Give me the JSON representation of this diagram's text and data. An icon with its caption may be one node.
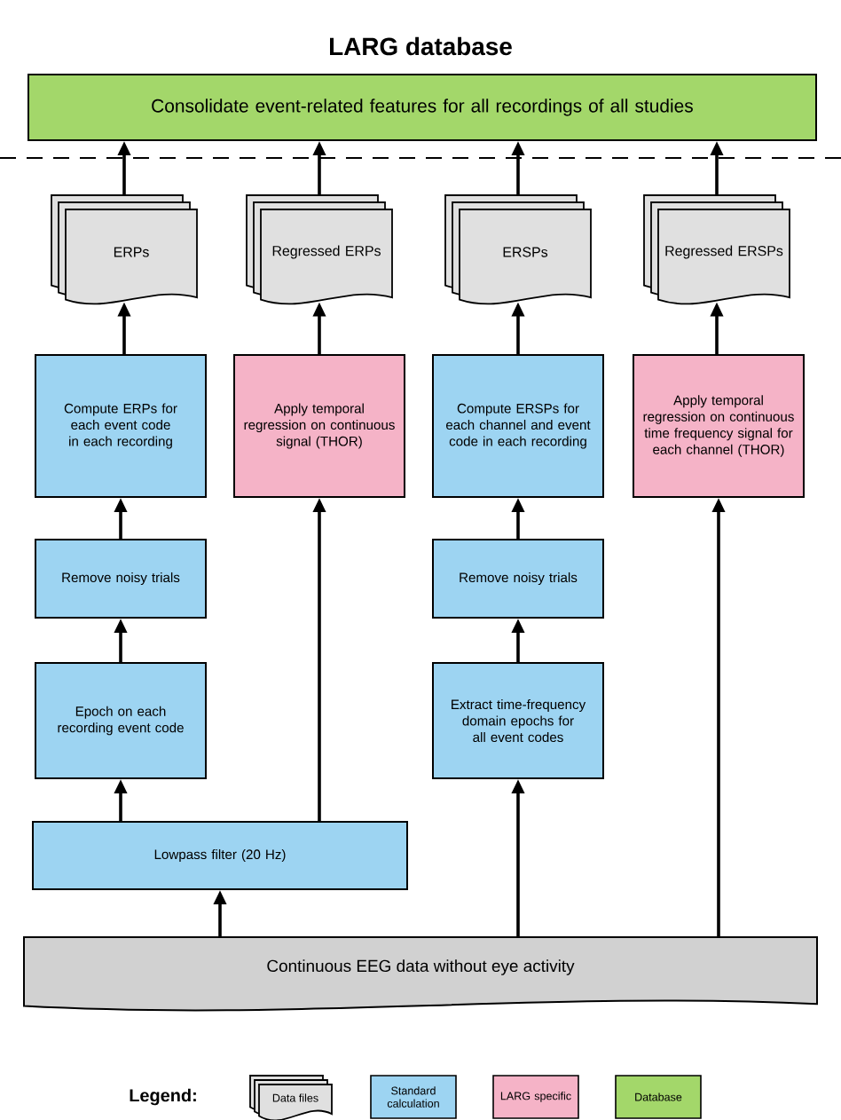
{
  "diagram": {
    "title": "LARG database",
    "nodes": [
      {
        "text": [
          "Consolidate event-related features for all recordings of all studies"
        ]
      },
      {
        "text": [
          "ERPs"
        ]
      },
      {
        "text": [
          "Regressed ERPs"
        ]
      },
      {
        "text": [
          "ERSPs"
        ]
      },
      {
        "text": [
          "Regressed ERSPs"
        ]
      },
      {
        "text": [
          "Compute ERPs for each event code in each recording"
        ]
      },
      {
        "text": [
          "Apply temporal regression on continuous signal (THOR)"
        ]
      },
      {
        "text": [
          "Compute ERSPs for each channel and event code in each recording"
        ]
      },
      {
        "text": [
          "Apply temporal regression on continuous time frequency signal for each channel (THOR)"
        ]
      },
      {
        "text": [
          "Remove noisy trials"
        ]
      },
      {
        "text": [
          "Remove noisy trials"
        ]
      },
      {
        "text": [
          "Epoch on each recording event code"
        ]
      },
      {
        "text": [
          "Extract time-frequency domain epochs for all event codes"
        ]
      },
      {
        "text": [
          "Lowpass filter (20 Hz)"
        ]
      },
      {
        "text": [
          "Continuous EEG data without eye activity"
        ]
      }
    ],
    "edges": [
      {
        "from": 1,
        "to": 0,
        "arrow": "to"
      },
      {
        "from": 2,
        "to": 0,
        "arrow": "to"
      },
      {
        "from": 3,
        "to": 0,
        "arrow": "to"
      },
      {
        "from": 4,
        "to": 0,
        "arrow": "to"
      },
      {
        "from": 5,
        "to": 1,
        "arrow": "to"
      },
      {
        "from": 6,
        "to": 2,
        "arrow": "to"
      },
      {
        "from": 7,
        "to": 3,
        "arrow": "to"
      },
      {
        "from": 8,
        "to": 4,
        "arrow": "to"
      },
      {
        "from": 9,
        "to": 5,
        "arrow": "to"
      },
      {
        "from": 10,
        "to": 7,
        "arrow": "to"
      },
      {
        "from": 11,
        "to": 9,
        "arrow": "to"
      },
      {
        "from": 12,
        "to": 10,
        "arrow": "to"
      },
      {
        "from": 13,
        "to": 11,
        "arrow": "to"
      },
      {
        "from": 13,
        "to": 6,
        "arrow": "to"
      },
      {
        "from": 14,
        "to": 13,
        "arrow": "to"
      },
      {
        "from": 14,
        "to": 12,
        "arrow": "to"
      },
      {
        "from": 14,
        "to": 8,
        "arrow": "to"
      }
    ],
    "labels": [
      "Legend:"
    ],
    "legend": [
      {
        "text": "Data files"
      },
      {
        "text": "Standard calculation",
        "color": "#9dd4f2"
      },
      {
        "text": "LARG specific",
        "color": "#f5b3c7"
      },
      {
        "text": "Database",
        "color": "#a3d76a"
      }
    ]
  }
}
